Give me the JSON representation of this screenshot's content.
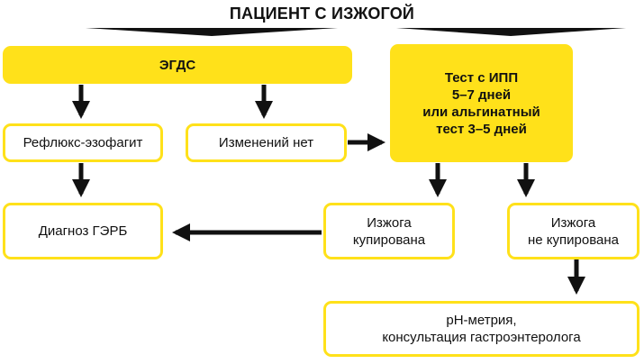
{
  "title": "ПАЦИЕНТ С ИЗЖОГОЙ",
  "nodes": {
    "egds": "ЭГДС",
    "ipp_test": "Тест с ИПП\n5–7 дней\nили альгинатный\nтест 3–5 дней",
    "reflux": "Рефлюкс-эзофагит",
    "no_changes": "Изменений нет",
    "diagnosis": "Диагноз ГЭРБ",
    "relieved": "Изжога\nкупирована",
    "not_relieved": "Изжога\nне купирована",
    "ph_metry": "рН-метрия,\nконсультация гастроэнтеролога"
  },
  "colors": {
    "accent": "#ffe11a",
    "arrow": "#111111",
    "text": "#111111"
  }
}
